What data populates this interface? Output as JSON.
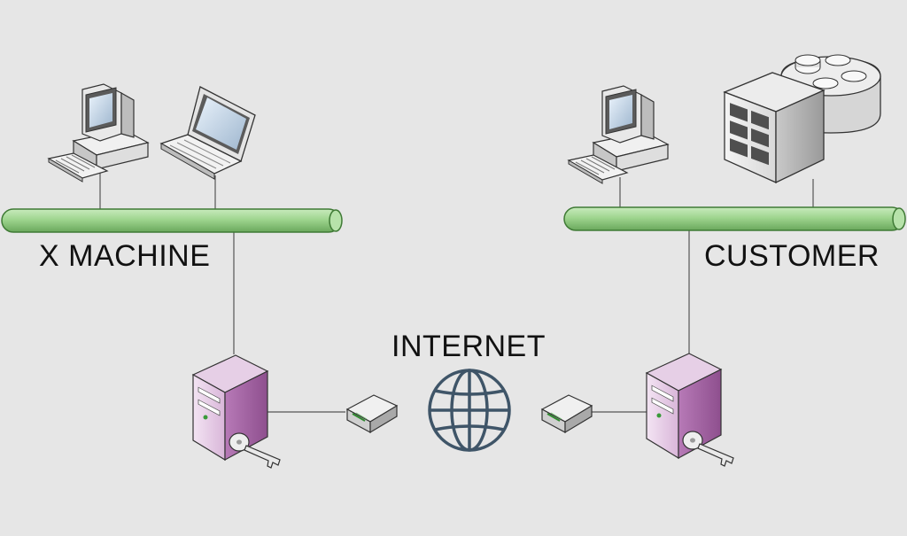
{
  "labels": {
    "left_network": "X MACHINE",
    "right_network": "CUSTOMER",
    "internet": "INTERNET"
  },
  "colors": {
    "background": "#e6e6e6",
    "network_bus": "#9fd58f",
    "network_bus_outline": "#3f7a35",
    "firewall_server": "#c9a3c9",
    "globe": "#3f5568",
    "link_line": "#555555"
  },
  "icons": {
    "left_workstation": "desktop-computer-icon",
    "left_laptop": "laptop-icon",
    "right_workstation": "desktop-computer-icon",
    "right_server": "database-server-icon",
    "left_secure_server": "server-with-key-icon",
    "right_secure_server": "server-with-key-icon",
    "left_modem": "modem-icon",
    "right_modem": "modem-icon",
    "internet": "globe-icon"
  }
}
